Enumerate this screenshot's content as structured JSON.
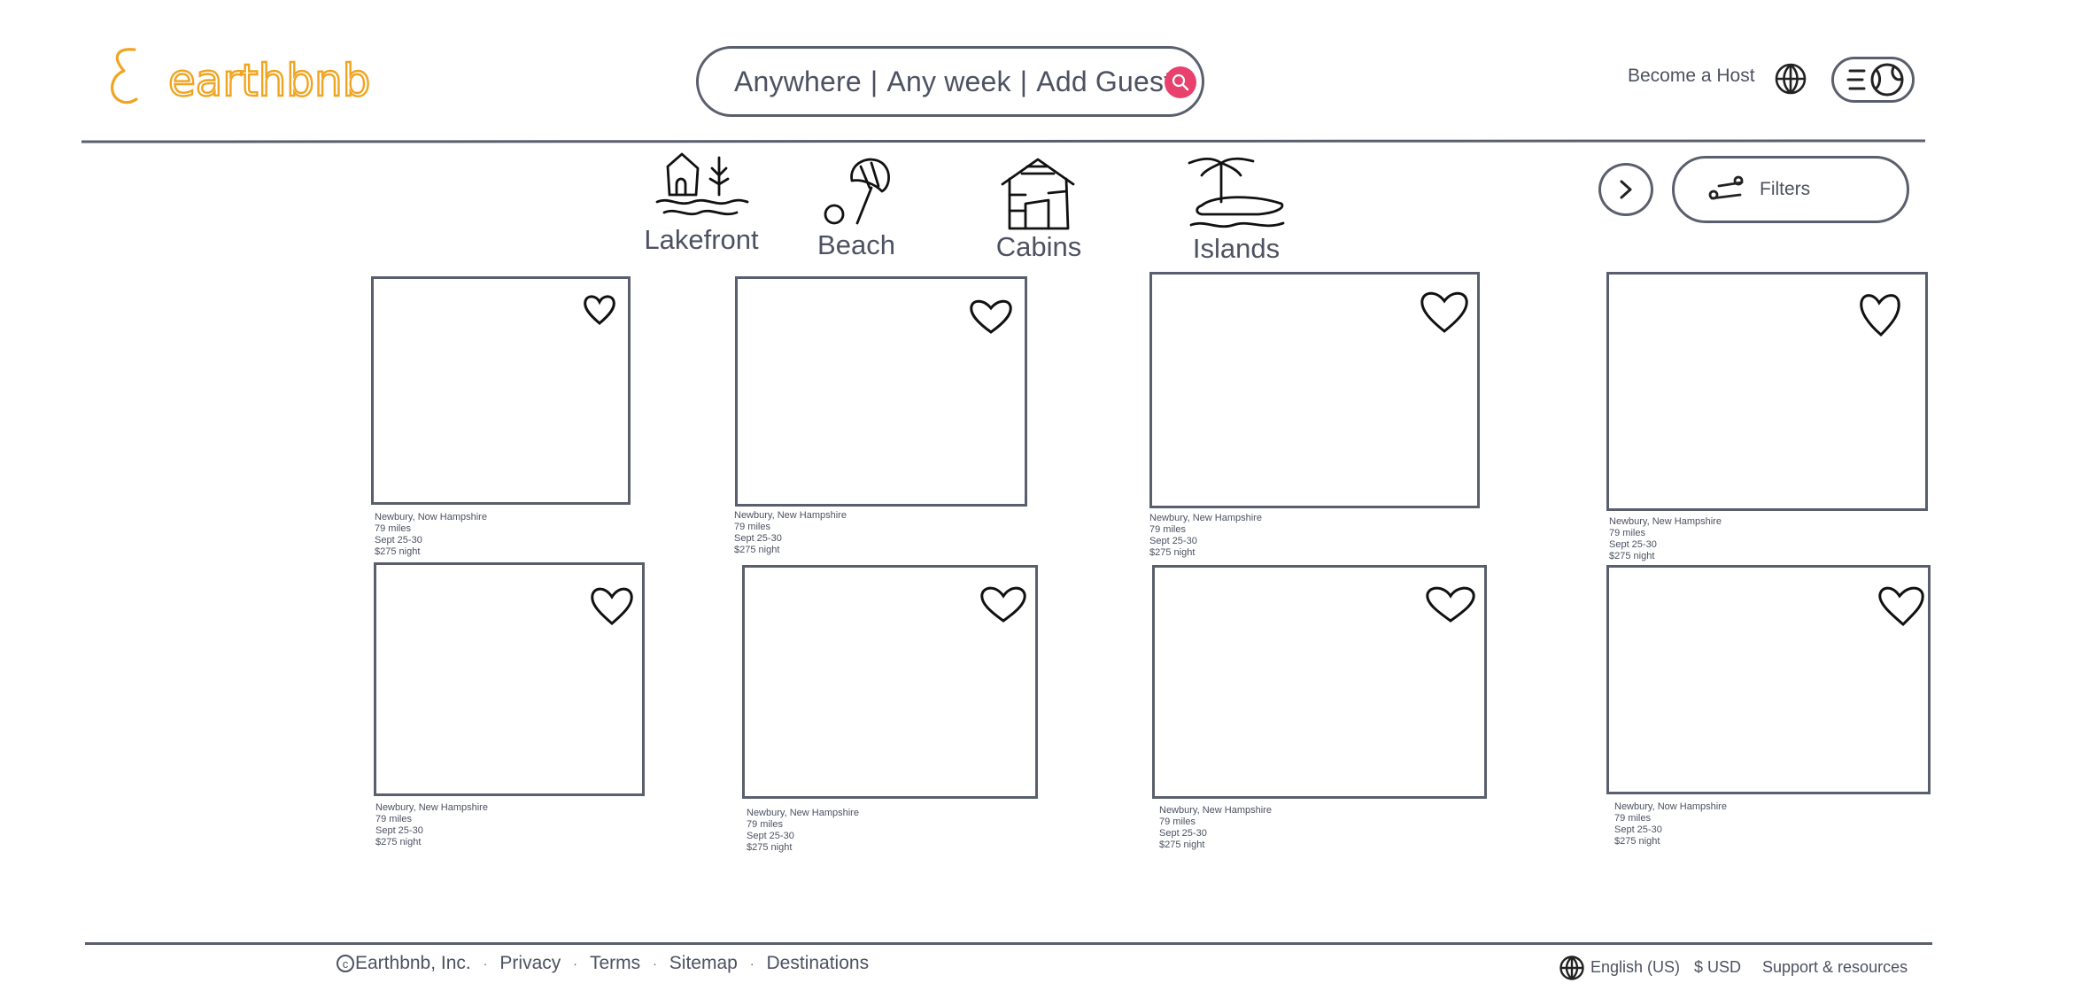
{
  "brand": {
    "name": "earthbnb",
    "logo_color": "#f0a521"
  },
  "search": {
    "where": "Anywhere",
    "when": "Any week",
    "who": "Add Guests",
    "sep1": "|",
    "sep2": "|",
    "button_color": "#e8416e"
  },
  "header": {
    "become_host": "Become a Host"
  },
  "categories": [
    {
      "label": "Lakefront",
      "icon": "lakefront-icon"
    },
    {
      "label": "Beach",
      "icon": "beach-umbrella-icon"
    },
    {
      "label": "Cabins",
      "icon": "cabin-icon"
    },
    {
      "label": "Islands",
      "icon": "island-icon"
    }
  ],
  "filters": {
    "label": "Filters"
  },
  "listings": [
    {
      "location": "Newbury, Now Hampshire",
      "distance": "79 miles",
      "dates": "Sept 25-30",
      "price": "$275 night"
    },
    {
      "location": "Newbury, New Hampshire",
      "distance": "79 miles",
      "dates": "Sept 25-30",
      "price": "$275 night"
    },
    {
      "location": "Newbury, New Hampshire",
      "distance": "79 miles",
      "dates": "Sept 25-30",
      "price": "$275 night"
    },
    {
      "location": "Newbury, New Hampshire",
      "distance": "79 miles",
      "dates": "Sept 25-30",
      "price": "$275 night"
    },
    {
      "location": "Newbury, New Hampshire",
      "distance": "79 miles",
      "dates": "Sept 25-30",
      "price": "$275 night"
    },
    {
      "location": "Newbury, New Hampshire",
      "distance": "79 miles",
      "dates": "Sept 25-30",
      "price": "$275 night"
    },
    {
      "location": "Newbury, New Hampshire",
      "distance": "79 miles",
      "dates": "Sept 25-30",
      "price": "$275 night"
    },
    {
      "location": "Newbury, Now Hampshire",
      "distance": "79 miles",
      "dates": "Sept 25-30",
      "price": "$275 night"
    }
  ],
  "footer": {
    "copyright_symbol": "c",
    "company": "Earthbnb, Inc.",
    "links": [
      "Privacy",
      "Terms",
      "Sitemap",
      "Destinations"
    ],
    "dot": "·",
    "language": "English (US)",
    "currency": "$ USD",
    "support": "Support & resources"
  }
}
